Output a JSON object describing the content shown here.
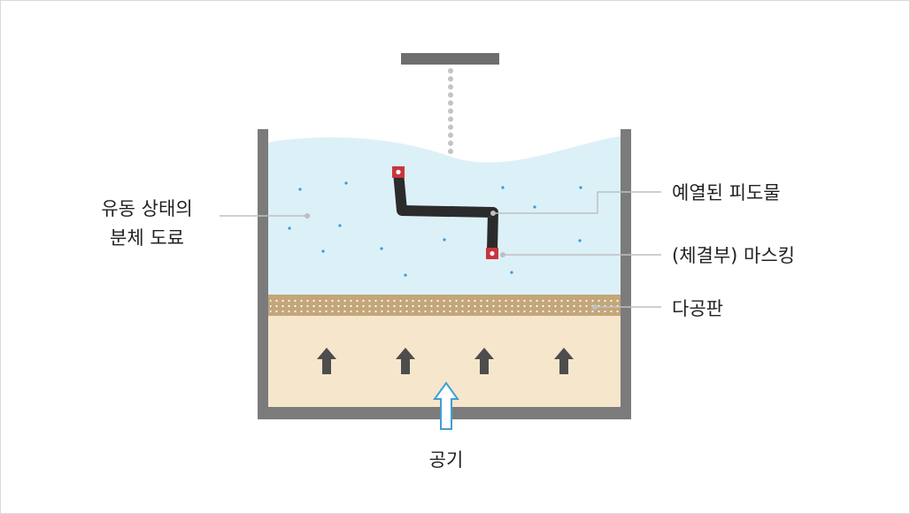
{
  "labels": {
    "fluid_line1": "유동 상태의",
    "fluid_line2": "분체 도료",
    "preheated": "예열된 피도물",
    "masking": "(체결부) 마스킹",
    "porous_plate": "다공판",
    "air": "공기"
  },
  "colors": {
    "tank_wall": "#7b7b7b",
    "fluid": "#dcf0f8",
    "powder_dots": "#3a9ad9",
    "porous_plate": "#c3a679",
    "air_chamber": "#f6e6cb",
    "arrow": "#4d4d4d",
    "air_arrow": "#3e9fd6",
    "workpiece": "#2b2b2b",
    "masking": "#c9353f",
    "leader_line": "#bfbfbf",
    "hanger_chain": "#c4c4c4",
    "hanger_bar": "#6e6e6e"
  }
}
